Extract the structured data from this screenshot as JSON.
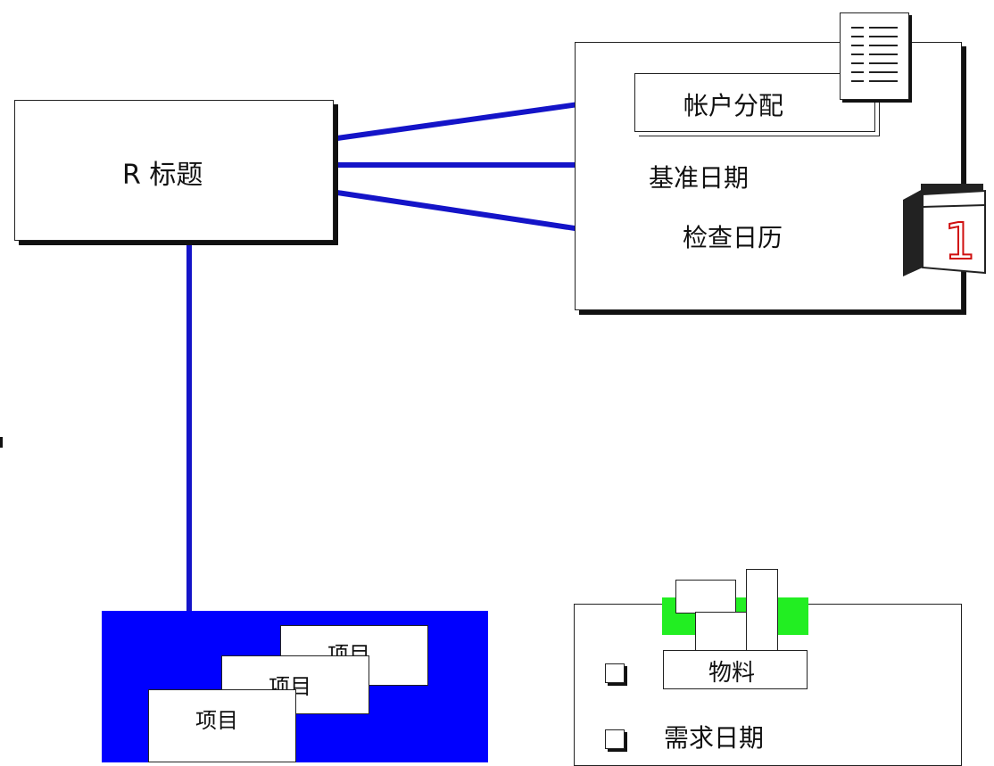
{
  "header_box": {
    "label": "R 标题"
  },
  "header_fields": {
    "account_assignment": "帐户分配",
    "baseline_date": "基准日期",
    "check_calendar": "检查日历"
  },
  "calendar_icon": {
    "icon": "calendar-icon",
    "digit": "1"
  },
  "document_icon": {
    "icon": "document-icon"
  },
  "items_group": {
    "accent_color": "#0000ff",
    "items": [
      "项目",
      "项目",
      "项目"
    ]
  },
  "item_detail": {
    "material_label": "物料",
    "requirement_date": "需求日期",
    "highlight_color": "#22ee22"
  },
  "connector_color": "#1414c8"
}
